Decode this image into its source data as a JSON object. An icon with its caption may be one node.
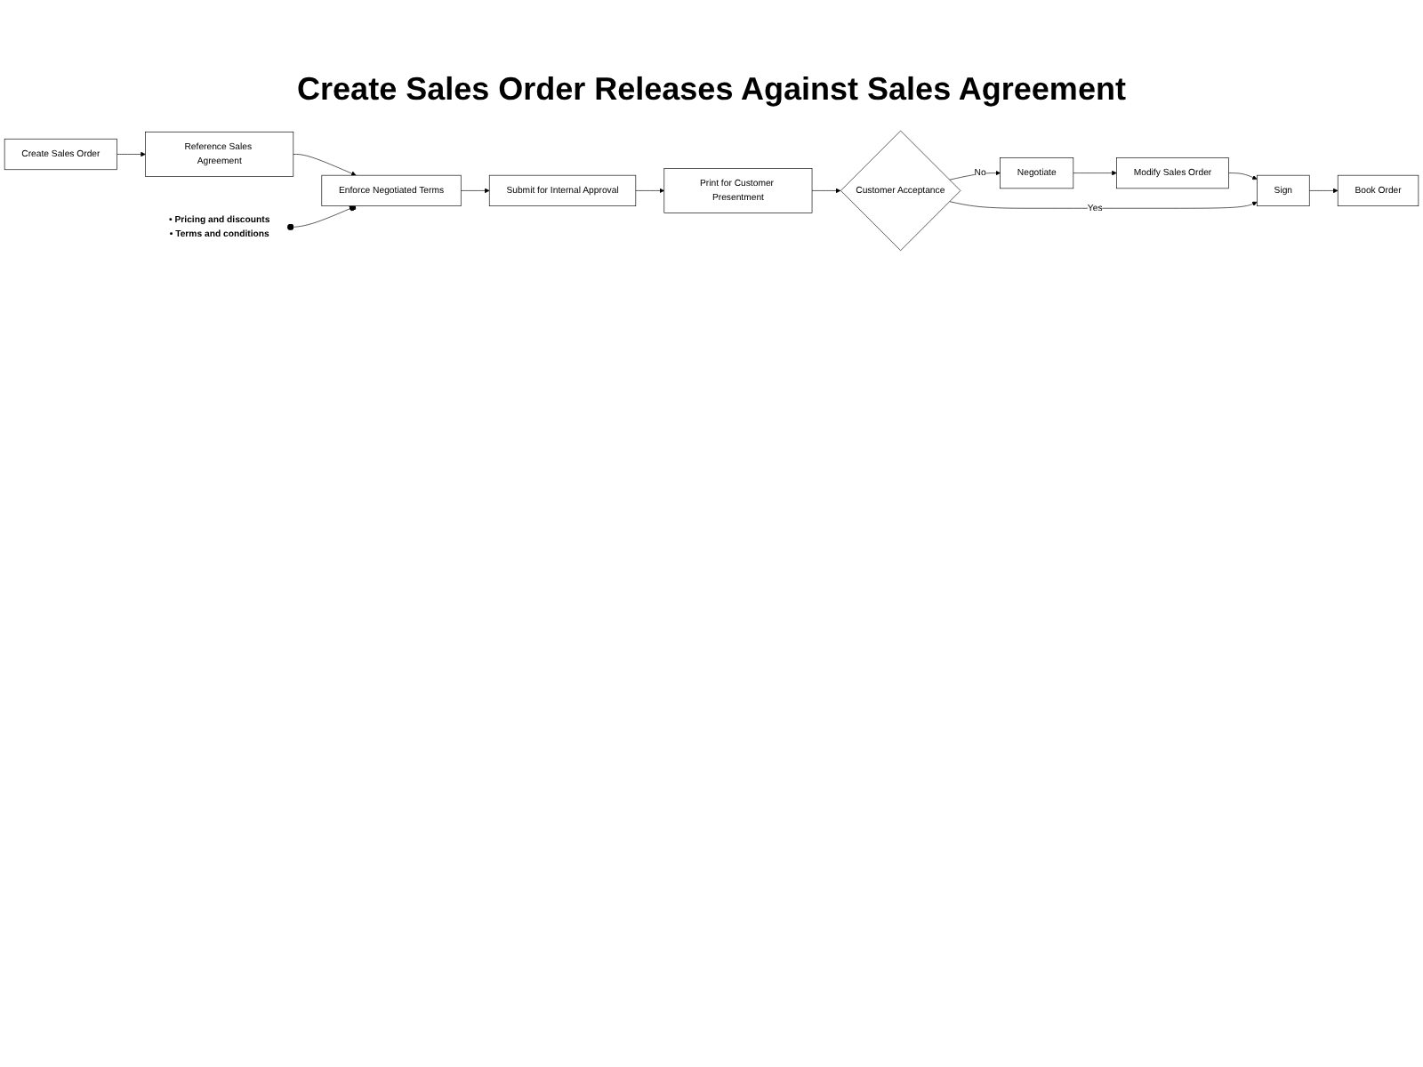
{
  "diagram": {
    "title": "Create Sales Order Releases Against Sales Agreement",
    "nodes": [
      {
        "text": [
          "Create Sales Order"
        ]
      },
      {
        "text": [
          "Reference Sales Agreement"
        ]
      },
      {
        "text": [
          "Enforce Negotiated Terms"
        ]
      },
      {
        "text": [
          "Submit for Internal Approval"
        ]
      },
      {
        "text": [
          "Print for Customer Presentment"
        ]
      },
      {
        "text": [
          "Customer Acceptance"
        ]
      },
      {
        "text": [
          "Negotiate"
        ]
      },
      {
        "text": [
          "Modify Sales Order"
        ]
      },
      {
        "text": [
          "Sign"
        ]
      },
      {
        "text": [
          "Book Order"
        ]
      },
      {
        "text": [
          "• Pricing and discounts",
          "• Terms and conditions"
        ]
      }
    ],
    "edges": [
      {
        "from": 0,
        "to": 1,
        "arrow": "to"
      },
      {
        "from": 1,
        "to": 2,
        "arrow": "to"
      },
      {
        "from": 2,
        "to": 3,
        "arrow": "to"
      },
      {
        "from": 3,
        "to": 4,
        "arrow": "to"
      },
      {
        "from": 4,
        "to": 5,
        "arrow": "to"
      },
      {
        "from": 5,
        "to": 6,
        "arrow": "to",
        "label": "No"
      },
      {
        "from": 6,
        "to": 7,
        "arrow": "to"
      },
      {
        "from": 7,
        "to": 8,
        "arrow": "to"
      },
      {
        "from": 8,
        "to": 9,
        "arrow": "to"
      },
      {
        "from": 5,
        "to": 8,
        "arrow": "to",
        "label": "Yes"
      },
      {
        "from": 10,
        "to": 2,
        "arrow": "other"
      }
    ]
  }
}
